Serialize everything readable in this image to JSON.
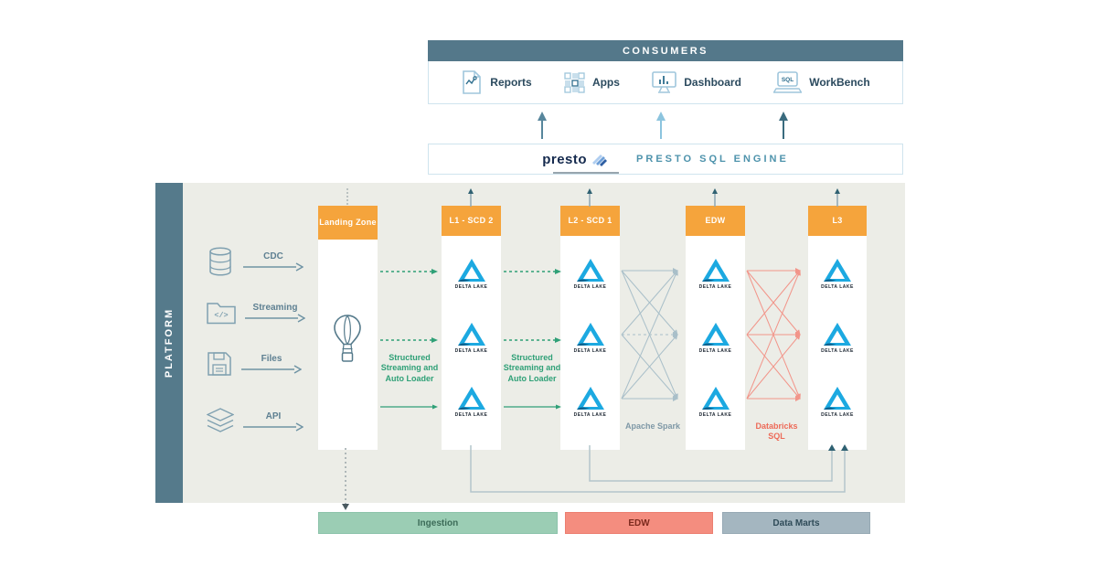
{
  "consumers": {
    "title": "CONSUMERS",
    "items": [
      {
        "label": "Reports",
        "icon": "report-icon"
      },
      {
        "label": "Apps",
        "icon": "apps-icon"
      },
      {
        "label": "Dashboard",
        "icon": "dashboard-icon"
      },
      {
        "label": "WorkBench",
        "icon": "workbench-icon",
        "icon_text": "SQL"
      }
    ]
  },
  "presto": {
    "logo_text": "presto",
    "engine_label": "PRESTO SQL ENGINE"
  },
  "platform": {
    "label": "PLATFORM",
    "sources": [
      {
        "label": "CDC",
        "icon": "database-icon"
      },
      {
        "label": "Streaming",
        "icon": "folder-code-icon",
        "icon_text": "</>"
      },
      {
        "label": "Files",
        "icon": "file-icon"
      },
      {
        "label": "API",
        "icon": "stack-icon"
      }
    ]
  },
  "columns": [
    {
      "header": "Landing Zone",
      "icon": "hot-air-balloon-icon"
    },
    {
      "header": "L1 - SCD 2"
    },
    {
      "header": "L2 - SCD 1"
    },
    {
      "header": "EDW"
    },
    {
      "header": "L3"
    }
  ],
  "delta": {
    "label": "DELTA LAKE"
  },
  "connections": {
    "structured_streaming": "Structured Streaming and Auto Loader",
    "apache_spark": "Apache Spark",
    "databricks_sql": "Databricks SQL"
  },
  "legend": [
    {
      "label": "Ingestion",
      "color": "#9BCDB4"
    },
    {
      "label": "EDW",
      "color": "#F48D7F"
    },
    {
      "label": "Data Marts",
      "color": "#A4B6C0"
    }
  ],
  "colors": {
    "header_teal": "#54788A",
    "accent_orange": "#F5A43C",
    "delta_blue": "#1CA9E1",
    "ingestion_green": "#2FA077",
    "spark_line_gray": "#A9BFC9",
    "databricks_red": "#ED6A58",
    "panel_bg": "#ECEDE7"
  }
}
